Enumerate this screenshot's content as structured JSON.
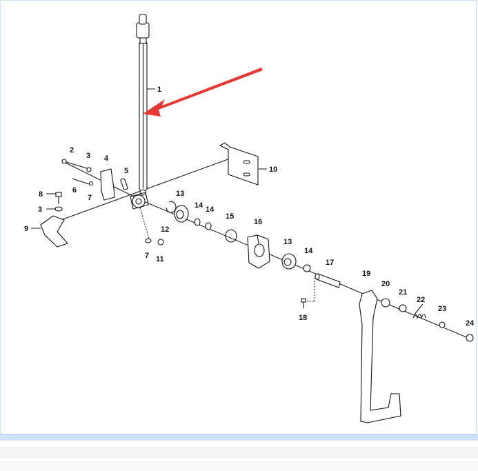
{
  "diagram": {
    "callouts": [
      "1",
      "2",
      "3",
      "4",
      "5",
      "6",
      "7",
      "3",
      "8",
      "9",
      "10",
      "11",
      "7",
      "12",
      "13",
      "14",
      "14",
      "15",
      "16",
      "13",
      "14",
      "17",
      "18",
      "19",
      "20",
      "21",
      "22",
      "23",
      "24"
    ],
    "arrow_color": "#e53935",
    "line_color": "#111111",
    "frame_border_color": "#cfe0f3",
    "footer_bar_color": "#cfe3f7"
  }
}
